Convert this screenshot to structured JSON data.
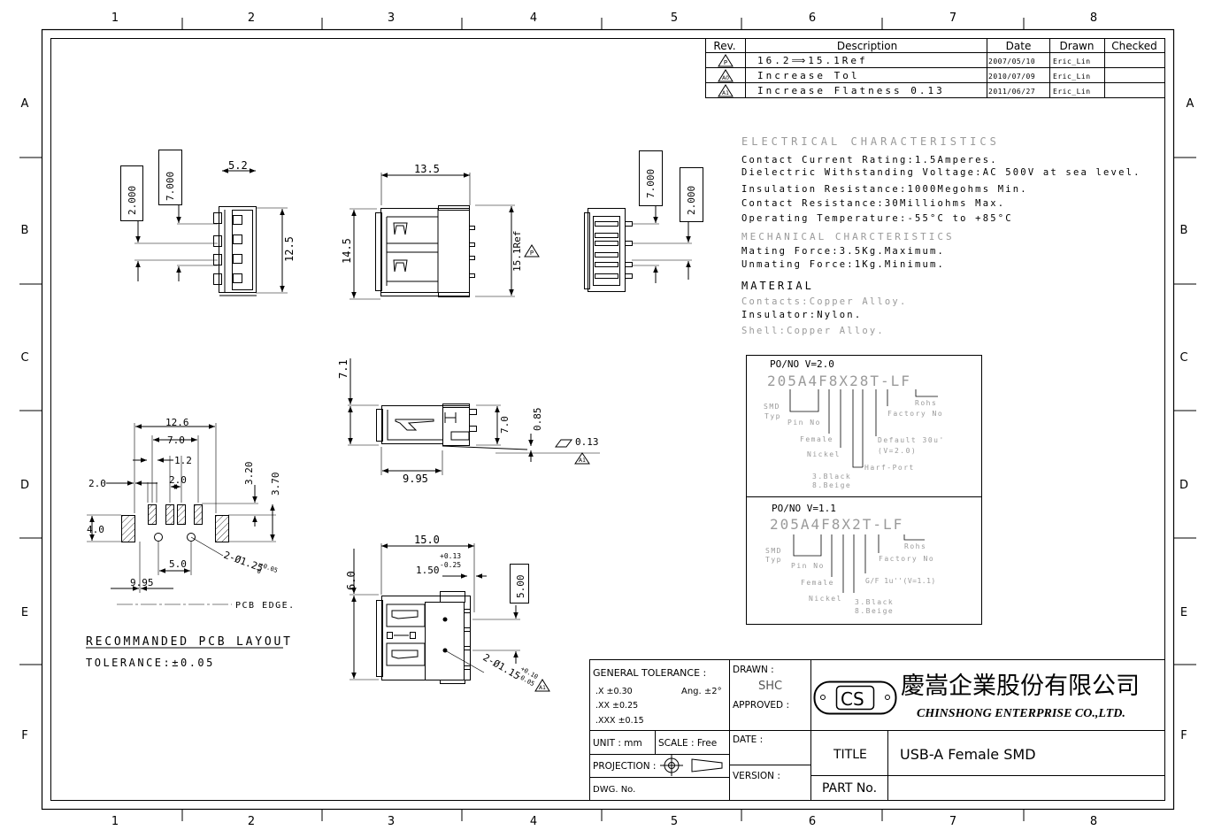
{
  "grid": {
    "columns": [
      "1",
      "2",
      "3",
      "4",
      "5",
      "6",
      "7",
      "8"
    ],
    "rows": [
      "A",
      "B",
      "C",
      "D",
      "E",
      "F"
    ]
  },
  "revision_table": {
    "headers": [
      "Rev.",
      "Description",
      "Date",
      "Drawn",
      "Checked"
    ],
    "rows": [
      {
        "rev": "P",
        "description": "16.2⟹15.1Ref",
        "date": "2007/05/10",
        "drawn": "Eric_Lin",
        "checked": ""
      },
      {
        "rev": "A0",
        "description": "Increase Tol",
        "date": "2010/07/09",
        "drawn": "Eric_Lin",
        "checked": ""
      },
      {
        "rev": "A1",
        "description": "Increase Flatness 0.13",
        "date": "2011/06/27",
        "drawn": "Eric_Lin",
        "checked": ""
      }
    ]
  },
  "specs": {
    "electrical_title": "ELECTRICAL CHARACTERISTICS",
    "electrical": [
      "Contact Current Rating:1.5Amperes.",
      "Dielectric Withstanding Voltage:AC 500V at sea level.",
      "Insulation Resistance:1000Megohms Min.",
      "Contact Resistance:30Milliohms Max.",
      "Operating Temperature:-55°C to +85°C"
    ],
    "mechanical_title": "MECHANICAL CHARCTERISTICS",
    "mechanical": [
      "Mating Force:3.5Kg.Maximum.",
      "Unmating Force:1Kg.Minimum."
    ],
    "material_title": "MATERIAL",
    "material": [
      "Contacts:Copper Alloy.",
      "Insulator:Nylon.",
      "Shell:Copper Alloy."
    ]
  },
  "part_numbering": {
    "v20": {
      "title": "PO/NO V=2.0",
      "code": "205A4F8X28T-LF",
      "labels": {
        "smd": "SMD",
        "typ": "Typ",
        "pin": "Pin No",
        "female": "Female",
        "nickel": "Nickel",
        "color1": "3.Black",
        "color2": "8.Beige",
        "harf": "Harf-Port",
        "default1": "Default 30u'",
        "default2": "(V=2.0)",
        "factory": "Factory No",
        "rohs": "Rohs"
      }
    },
    "v11": {
      "title": "PO/NO V=1.1",
      "code": "205A4F8X2T-LF",
      "labels": {
        "smd": "SMD",
        "typ": "Typ",
        "pin": "Pin No",
        "female": "Female",
        "nickel": "Nickel",
        "color1": "3.Black",
        "color2": "8.Beige",
        "gf": "G/F 1u''(V=1.1)",
        "factory": "Factory No",
        "rohs": "Rohs"
      }
    }
  },
  "dimensions": {
    "side_left": {
      "w": "5.2",
      "h": "12.5",
      "tall": "7.000",
      "short": "2.000"
    },
    "top_view": {
      "w": "13.5",
      "h": "14.5",
      "ref": "15.1Ref",
      "rev": "P"
    },
    "side_right": {
      "tall": "7.000",
      "short": "2.000"
    },
    "front_view": {
      "h1": "7.1",
      "h2": "7.0",
      "h3": "0.85",
      "len": "9.95",
      "flat": "0.13",
      "rev": "A1"
    },
    "bottom_view": {
      "w": "15.0",
      "w2": "1.50",
      "tol_plus": "+0.13",
      "tol_minus": "-0.25",
      "h": "6.0",
      "h2": "5.00",
      "hole": "2-Ø1.15",
      "hole_tol_plus": "+0.10",
      "hole_tol_minus": "-0.05",
      "rev": "A1"
    },
    "pcb": {
      "w1": "12.6",
      "w2": "7.0",
      "w3": "1.2",
      "w4": "2.0",
      "w5": "2.0",
      "h1": "3.20",
      "h2": "3.70",
      "h3": "4.0",
      "w6": "5.0",
      "w7": "9.95",
      "hole": "2-Ø1.25",
      "hole_tol_plus": "+0.05",
      "hole_tol_minus": "0",
      "edge": "PCB EDGE.",
      "title": "RECOMMANDED PCB LAYOUT",
      "tolerance": "TOLERANCE:±0.05"
    }
  },
  "title_block": {
    "general_tolerance": "GENERAL TOLERANCE :",
    "tol_x": ".X  ±0.30",
    "tol_xx": ".XX ±0.25",
    "tol_xxx": ".XXX ±0.15",
    "ang": "Ang. ±2°",
    "unit": "UNIT : mm",
    "scale": "SCALE : Free",
    "projection": "PROJECTION :",
    "dwg_no": "DWG. No.",
    "drawn_label": "DRAWN :",
    "drawn_value": "SHC",
    "approved_label": "APPROVED :",
    "date_label": "DATE :",
    "version_label": "VERSION :",
    "company_cn": "慶嵩企業股份有限公司",
    "company_en": "CHINSHONG ENTERPRISE CO.,LTD.",
    "logo": "CS",
    "title_label": "TITLE",
    "title_value": "USB-A Female SMD",
    "part_label": "PART No.",
    "part_value": ""
  }
}
